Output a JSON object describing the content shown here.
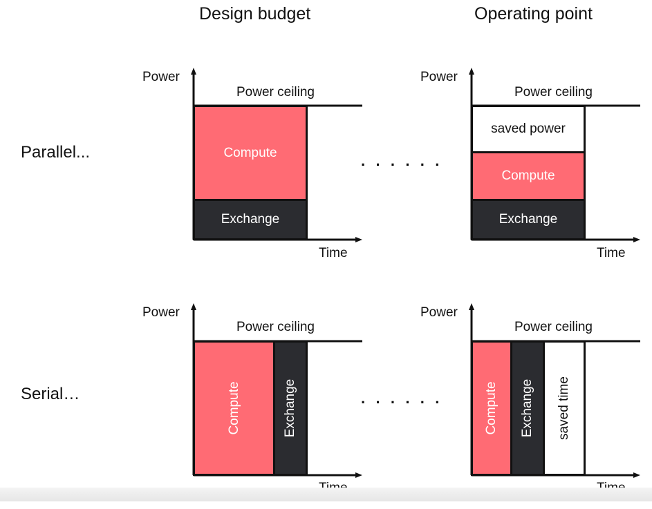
{
  "headers": {
    "design": "Design budget",
    "operating": "Operating point"
  },
  "rows": {
    "parallel": "Parallel...",
    "serial": "Serial…"
  },
  "axes": {
    "y": "Power",
    "x": "Time",
    "ceiling": "Power ceiling"
  },
  "separator": "· · · · · ·",
  "colors": {
    "compute": "#ff6b74",
    "exchange": "#2b2c30",
    "saved": "#ffffff",
    "axis": "#111111"
  },
  "panels": {
    "parallel_design": {
      "blocks": [
        {
          "kind": "compute",
          "label": "Compute"
        },
        {
          "kind": "exchange",
          "label": "Exchange"
        }
      ]
    },
    "parallel_operating": {
      "blocks": [
        {
          "kind": "saved",
          "label": "saved power"
        },
        {
          "kind": "compute",
          "label": "Compute"
        },
        {
          "kind": "exchange",
          "label": "Exchange"
        }
      ]
    },
    "serial_design": {
      "blocks": [
        {
          "kind": "compute",
          "label": "Compute"
        },
        {
          "kind": "exchange",
          "label": "Exchange"
        }
      ]
    },
    "serial_operating": {
      "blocks": [
        {
          "kind": "compute",
          "label": "Compute"
        },
        {
          "kind": "exchange",
          "label": "Exchange"
        },
        {
          "kind": "saved",
          "label": "saved time"
        }
      ]
    }
  }
}
